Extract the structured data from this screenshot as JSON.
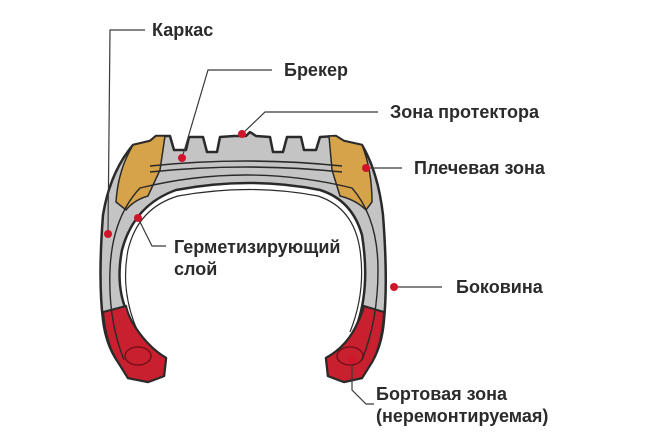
{
  "labels": {
    "carcass": "Каркас",
    "breaker": "Брекер",
    "tread_zone": "Зона протектора",
    "shoulder_zone": "Плечевая зона",
    "inner_liner_line1": "Герметизирующий",
    "inner_liner_line2": "слой",
    "sidewall": "Боковина",
    "bead_zone_line1": "Бортовая зона",
    "bead_zone_line2": "(неремонтируемая)"
  },
  "colors": {
    "tire_body": "#c4c4c4",
    "tire_outline": "#2a2a2a",
    "shoulder": "#d6a24a",
    "bead": "#c8202e",
    "liner": "#a8a8a8",
    "marker": "#d0142a",
    "leader_line": "#3a3a3a"
  }
}
